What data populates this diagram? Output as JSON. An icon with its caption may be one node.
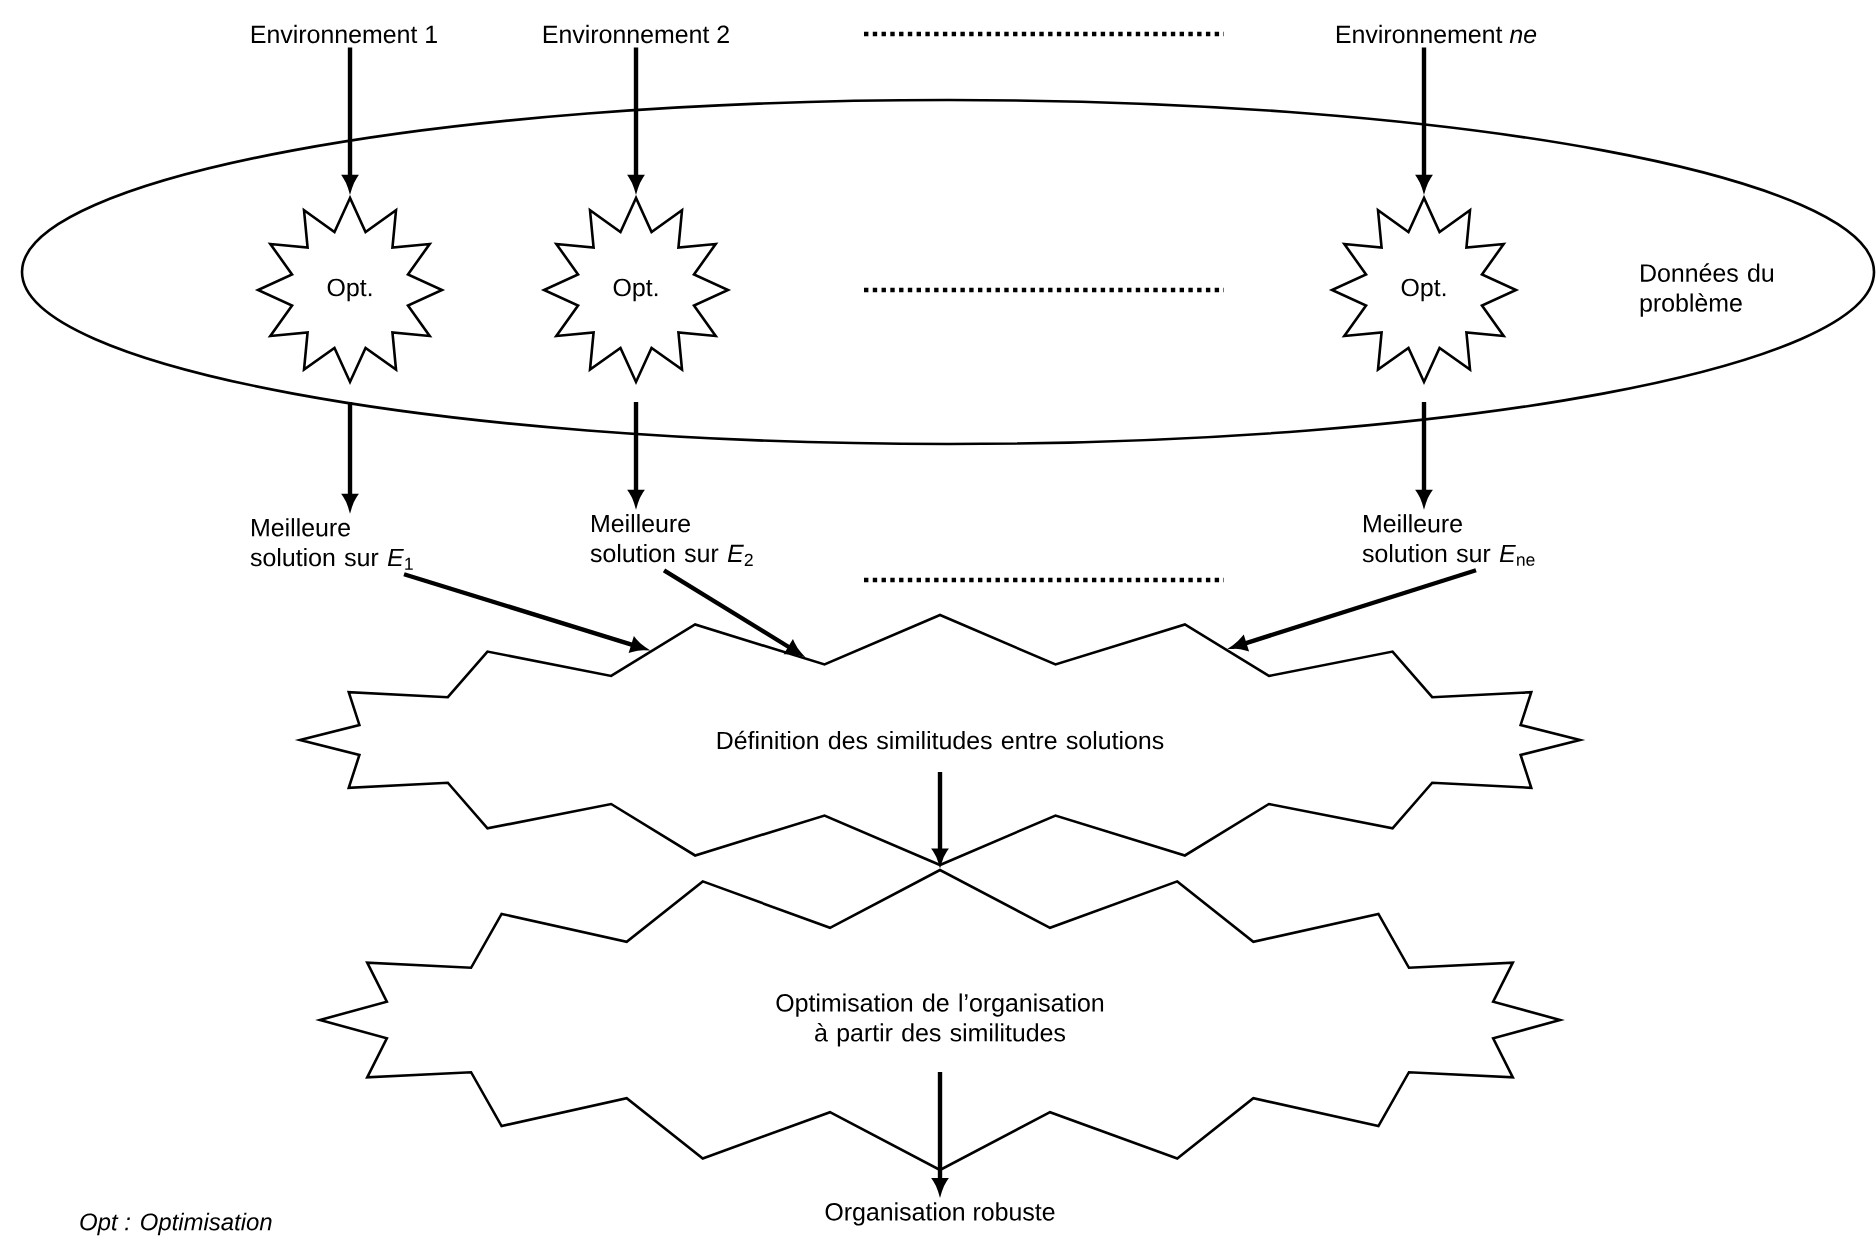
{
  "diagram": {
    "nodes": [
      {
        "text": [
          "Données du problème"
        ]
      },
      {
        "text": [
          "Environnement 1"
        ]
      },
      {
        "text": [
          "Environnement 2"
        ]
      },
      {
        "text": [
          "Environnement *ne*"
        ]
      },
      {
        "text": [
          "Opt."
        ],
        "in": 0
      },
      {
        "text": [
          "Opt."
        ],
        "in": 0
      },
      {
        "text": [
          "Opt."
        ],
        "in": 0
      },
      {
        "text": [
          "Meilleure solution sur *E*$_{1}$"
        ]
      },
      {
        "text": [
          "Meilleure solution sur *E*$_{2}$"
        ]
      },
      {
        "text": [
          "Meilleure solution sur *E*$_{ne}$"
        ]
      },
      {
        "text": [
          "Définition des similitudes entre solutions"
        ]
      },
      {
        "text": [
          "Optimisation de l’organisation à partir des similitudes"
        ]
      },
      {
        "text": [
          "Organisation robuste"
        ]
      }
    ],
    "edges": [
      {
        "from": 1,
        "to": 4,
        "arrow": "to"
      },
      {
        "from": 2,
        "to": 5,
        "arrow": "to"
      },
      {
        "from": 3,
        "to": 6,
        "arrow": "to"
      },
      {
        "from": 4,
        "to": 7,
        "arrow": "to"
      },
      {
        "from": 5,
        "to": 8,
        "arrow": "to"
      },
      {
        "from": 6,
        "to": 9,
        "arrow": "to"
      },
      {
        "from": 7,
        "to": 10,
        "arrow": "to"
      },
      {
        "from": 8,
        "to": 10,
        "arrow": "to"
      },
      {
        "from": 9,
        "to": 10,
        "arrow": "to"
      },
      {
        "from": 10,
        "to": 11,
        "arrow": "to"
      },
      {
        "from": 11,
        "to": 12,
        "arrow": "to"
      }
    ],
    "labels": [
      "Opt : Optimisation"
    ]
  }
}
